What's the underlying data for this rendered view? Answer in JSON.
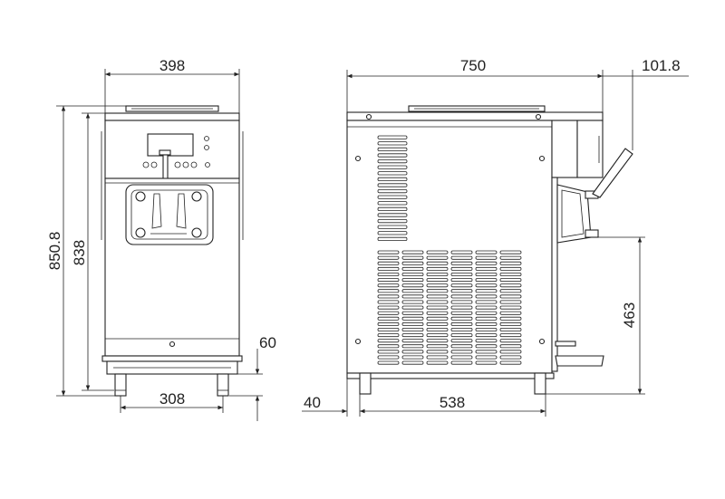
{
  "dimensions": {
    "front_width": "398",
    "front_total_height": "850.8",
    "front_body_height": "838",
    "foot_height": "60",
    "foot_spacing": "308",
    "side_width": "750",
    "handle_projection": "101.8",
    "foot_offset": "40",
    "side_foot_spacing": "538",
    "spout_height": "463"
  }
}
